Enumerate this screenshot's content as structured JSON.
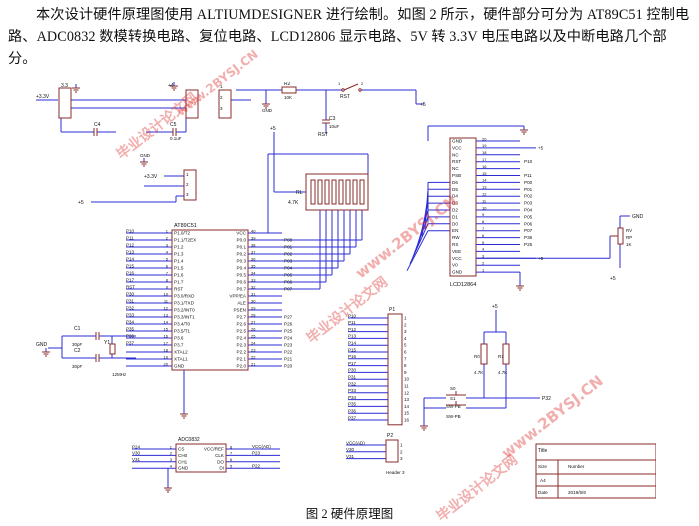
{
  "paragraph": "本次设计硬件原理图使用 ALTIUMDESIGNER 进行绘制。如图 2 所示，硬件部分可分为 AT89C51 控制电路、ADC0832 数模转换电路、复位电路、LCD12806 显示电路、5V 转 3.3V 电压电路以及中断电路几个部分。",
  "caption": "图 2  硬件原理图",
  "watermarks": [
    "毕业设计论文网",
    "www.2BYSJ.CN"
  ],
  "colors": {
    "wire": "#2b2bd6",
    "component": "#8a2b2b",
    "text": "#111111",
    "watermark": "#dc2828"
  },
  "schematic": {
    "power_section": {
      "labels": [
        "+3.3V",
        "3.3",
        "GND",
        "GND",
        "+4",
        "3",
        "C4",
        "C5",
        "0.1uF",
        "1",
        "2",
        "3"
      ]
    },
    "reset_section": {
      "labels": [
        "R2",
        "10K",
        "RST",
        "1",
        "2",
        "C3",
        "10uF",
        "RST",
        "+5",
        "GND"
      ]
    },
    "regulator_section": {
      "labels": [
        "GND",
        "+3.3V",
        "1",
        "2",
        "3",
        "+5"
      ]
    },
    "resistor_network": {
      "label": "RL",
      "value": "4.7K"
    },
    "mcu": {
      "name": "AT89C51",
      "left_pins": [
        {
          "name": "P10",
          "num": "1",
          "func": "P1.0/T2"
        },
        {
          "name": "P11",
          "num": "2",
          "func": "P1.1/T2EX"
        },
        {
          "name": "P12",
          "num": "3",
          "func": "P1.2"
        },
        {
          "name": "P13",
          "num": "4",
          "func": "P1.3"
        },
        {
          "name": "P14",
          "num": "5",
          "func": "P1.4"
        },
        {
          "name": "P15",
          "num": "6",
          "func": "P1.5"
        },
        {
          "name": "P16",
          "num": "7",
          "func": "P1.6"
        },
        {
          "name": "P17",
          "num": "8",
          "func": "P1.7"
        },
        {
          "name": "RST",
          "num": "9",
          "func": "RST"
        },
        {
          "name": "P30",
          "num": "10",
          "func": "P3.0/RXD"
        },
        {
          "name": "P31",
          "num": "11",
          "func": "P3.1/TXD"
        },
        {
          "name": "P32",
          "num": "12",
          "func": "P3.2/INT0"
        },
        {
          "name": "P33",
          "num": "13",
          "func": "P3.3/INT1"
        },
        {
          "name": "P34",
          "num": "14",
          "func": "P3.4/T0"
        },
        {
          "name": "P35",
          "num": "15",
          "func": "P3.5/T1"
        },
        {
          "name": "P36",
          "num": "16",
          "func": "P3.6"
        },
        {
          "name": "P37",
          "num": "17",
          "func": "P3.7"
        },
        {
          "name": "",
          "num": "18",
          "func": "XTAL2"
        },
        {
          "name": "",
          "num": "19",
          "func": "XTAL1"
        },
        {
          "name": "",
          "num": "20",
          "func": "GND"
        }
      ],
      "right_pins": [
        {
          "name": "",
          "num": "40",
          "func": "VCC"
        },
        {
          "name": "P00",
          "num": "39",
          "func": "P0.0"
        },
        {
          "name": "P01",
          "num": "38",
          "func": "P0.1"
        },
        {
          "name": "P02",
          "num": "37",
          "func": "P0.2"
        },
        {
          "name": "P03",
          "num": "36",
          "func": "P0.3"
        },
        {
          "name": "P04",
          "num": "35",
          "func": "P0.4"
        },
        {
          "name": "P05",
          "num": "34",
          "func": "P0.5"
        },
        {
          "name": "P06",
          "num": "33",
          "func": "P0.6"
        },
        {
          "name": "P07",
          "num": "32",
          "func": "P0.7"
        },
        {
          "name": "",
          "num": "31",
          "func": "VPP/EA"
        },
        {
          "name": "",
          "num": "30",
          "func": "ALE"
        },
        {
          "name": "",
          "num": "29",
          "func": "PSEN"
        },
        {
          "name": "P27",
          "num": "28",
          "func": "P2.7"
        },
        {
          "name": "P26",
          "num": "27",
          "func": "P2.6"
        },
        {
          "name": "P25",
          "num": "26",
          "func": "P2.5"
        },
        {
          "name": "P24",
          "num": "25",
          "func": "P2.4"
        },
        {
          "name": "P23",
          "num": "24",
          "func": "P2.3"
        },
        {
          "name": "P22",
          "num": "23",
          "func": "P2.2"
        },
        {
          "name": "P21",
          "num": "22",
          "func": "P2.1"
        },
        {
          "name": "P20",
          "num": "21",
          "func": "P2.0"
        }
      ]
    },
    "crystal_section": {
      "labels": [
        "C1",
        "30pF",
        "C2",
        "30pF",
        "Y1",
        "12MHz",
        "GND"
      ]
    },
    "lcd": {
      "name": "LCD12864",
      "pins": [
        {
          "name": "GND",
          "num": "20",
          "net": ""
        },
        {
          "name": "VCC",
          "num": "19",
          "net": "+5"
        },
        {
          "name": "NC",
          "num": "18",
          "net": ""
        },
        {
          "name": "RST",
          "num": "17",
          "net": "P10"
        },
        {
          "name": "NC",
          "num": "16",
          "net": ""
        },
        {
          "name": "PSB",
          "num": "15",
          "net": "P11"
        },
        {
          "name": "D6",
          "num": "14",
          "net": "P00"
        },
        {
          "name": "D5",
          "num": "13",
          "net": "P01"
        },
        {
          "name": "D4",
          "num": "12",
          "net": "P02"
        },
        {
          "name": "D3",
          "num": "11",
          "net": "P03"
        },
        {
          "name": "D2",
          "num": "10",
          "net": "P04"
        },
        {
          "name": "D1",
          "num": "9",
          "net": "P05"
        },
        {
          "name": "D0",
          "num": "8",
          "net": "P06"
        },
        {
          "name": "EN",
          "num": "7",
          "net": "P07"
        },
        {
          "name": "RW",
          "num": "6",
          "net": "P36"
        },
        {
          "name": "RS",
          "num": "5",
          "net": "P25"
        },
        {
          "name": "VEE",
          "num": "4",
          "net": ""
        },
        {
          "name": "VCC",
          "num": "3",
          "net": "+5"
        },
        {
          "name": "V0",
          "num": "2",
          "net": ""
        },
        {
          "name": "GND",
          "num": "1",
          "net": ""
        }
      ],
      "pot_labels": [
        "RV",
        "RP",
        "1K",
        "+5",
        "GND"
      ]
    },
    "header_p1": {
      "name": "P1",
      "nets": [
        "P10",
        "P11",
        "P12",
        "P13",
        "P14",
        "P15",
        "P16",
        "P17",
        "P30",
        "P31",
        "P32",
        "P33",
        "P34",
        "P35",
        "P36",
        "P37"
      ]
    },
    "interrupt_section": {
      "labels": [
        "+5",
        "R0",
        "R1",
        "4.7K",
        "4.7K",
        "S0",
        "SW-PB",
        "S1",
        "SW-PB",
        "P32",
        "P33",
        "GND"
      ]
    },
    "adc": {
      "name": "ADC0832",
      "left": [
        {
          "net": "P24",
          "func": "CS",
          "num": "1"
        },
        {
          "net": "V30",
          "func": "CH0",
          "num": "2"
        },
        {
          "net": "V31",
          "func": "CH1",
          "num": "3"
        },
        {
          "net": "",
          "func": "GND",
          "num": "4"
        }
      ],
      "right": [
        {
          "net": "VCC(AD)",
          "func": "VCC/REF",
          "num": "8"
        },
        {
          "net": "P23",
          "func": "CLK",
          "num": "7"
        },
        {
          "net": "",
          "func": "DO",
          "num": "6"
        },
        {
          "net": "P22",
          "func": "DI",
          "num": "5"
        }
      ]
    },
    "header_p2": {
      "name": "P2",
      "nets": [
        "VCC(AD)",
        "V30",
        "V31"
      ],
      "label": "Header 3"
    },
    "title_block": {
      "title": "Title",
      "size_label": "Size",
      "size_value": "A4",
      "number_label": "Number",
      "date_label": "Date",
      "date_value": "2019/5/6"
    }
  }
}
